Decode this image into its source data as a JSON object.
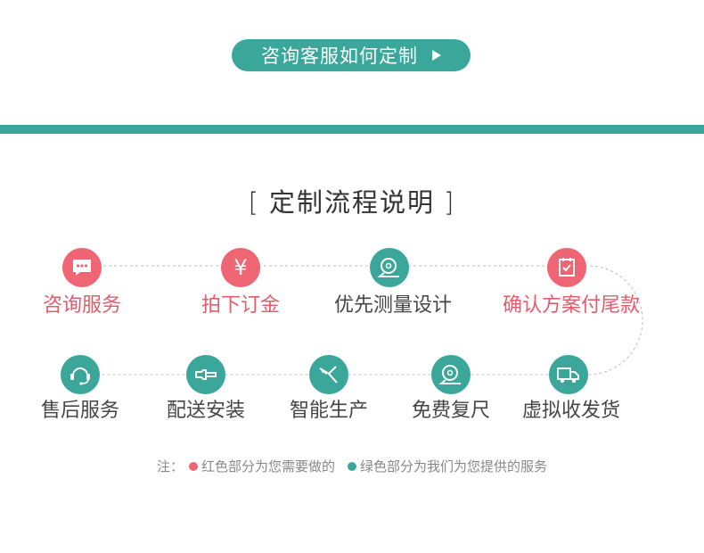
{
  "consult_button": {
    "label": "咨询客服如何定制"
  },
  "section": {
    "open": "[",
    "title": "定制流程说明",
    "close": "]"
  },
  "steps_row1": [
    {
      "label": "咨询服务",
      "color": "#ee6574",
      "icon": "chat-bubble-icon"
    },
    {
      "label": "拍下订金",
      "color": "#ee6574",
      "icon": "yen-icon"
    },
    {
      "label": "优先测量设计",
      "color": "#3aa79a",
      "icon": "tape-measure-icon"
    },
    {
      "label": "确认方案付尾款",
      "color": "#ee6574",
      "icon": "checklist-icon"
    }
  ],
  "steps_row2": [
    {
      "label": "售后服务",
      "color": "#3aa79a",
      "icon": "headset-icon"
    },
    {
      "label": "配送安装",
      "color": "#3aa79a",
      "icon": "wrench-icon"
    },
    {
      "label": "智能生产",
      "color": "#3aa79a",
      "icon": "saw-icon"
    },
    {
      "label": "免费复尺",
      "color": "#3aa79a",
      "icon": "tape-measure-icon"
    },
    {
      "label": "虚拟收发货",
      "color": "#3aa79a",
      "icon": "truck-icon"
    }
  ],
  "yen_glyph": "¥",
  "note": {
    "prefix": "注：",
    "red_text": "红色部分为您需要做的",
    "green_text": "绿色部分为我们为您提供的服务"
  }
}
